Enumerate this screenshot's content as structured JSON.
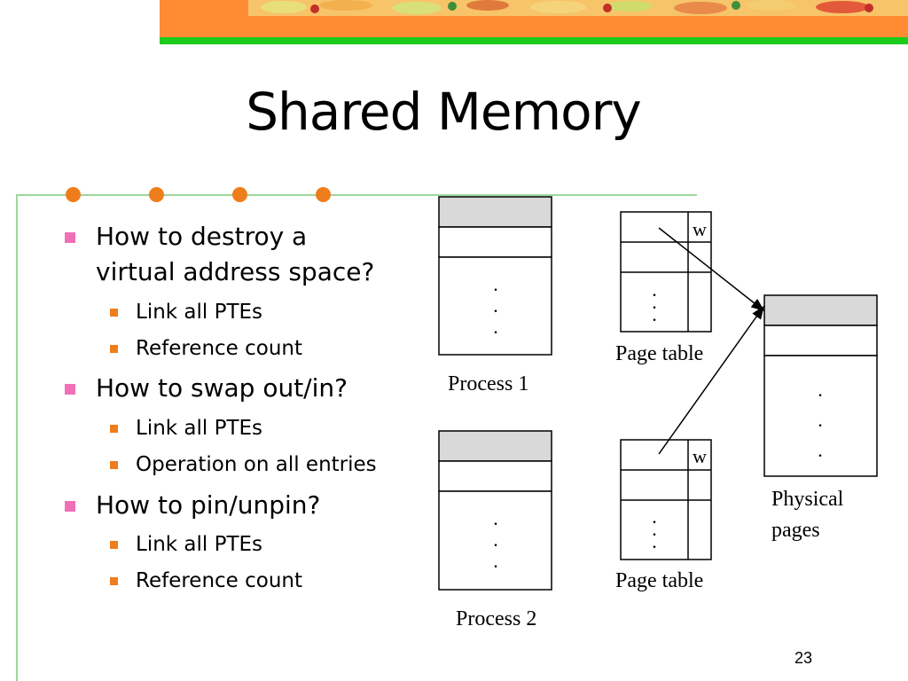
{
  "slide": {
    "title": "Shared Memory",
    "page_number": "23"
  },
  "bullets": [
    {
      "text_line1": "How to destroy a",
      "text_line2": "virtual address space?",
      "sub": [
        "Link all PTEs",
        "Reference count"
      ]
    },
    {
      "text": "How to swap out/in?",
      "sub": [
        "Link all PTEs",
        "Operation on all entries"
      ]
    },
    {
      "text": "How to pin/unpin?",
      "sub": [
        "Link all PTEs",
        "Reference count"
      ]
    }
  ],
  "diagram": {
    "process1_label": "Process 1",
    "process2_label": "Process 2",
    "page_table_label_1": "Page table",
    "page_table_label_2": "Page table",
    "w_label_1": "w",
    "w_label_2": "w",
    "physical_label_line1": "Physical",
    "physical_label_line2": "pages",
    "ellipsis_dot": "."
  },
  "colors": {
    "accent_orange": "#f07d1c",
    "accent_green": "#1ccc1c",
    "bullet_pink": "#f070b8",
    "cell_gray": "#d9d9d9"
  }
}
